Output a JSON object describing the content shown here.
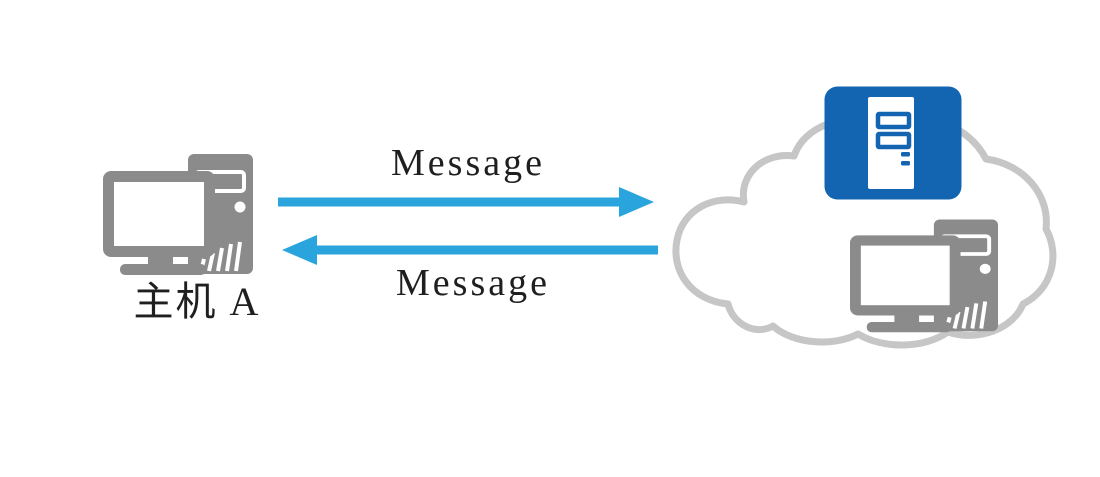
{
  "colors": {
    "background": "#ffffff",
    "arrow": "#29a4dc",
    "computer_gray": "#8b8b8b",
    "cloud_outline": "#c6c6c6",
    "server_blue": "#1365b2",
    "text": "#1f1f1f"
  },
  "host_a": {
    "label": "主机 A",
    "icon": "desktop-computer-icon"
  },
  "arrows": {
    "top": {
      "label": "Message",
      "direction": "right"
    },
    "bottom": {
      "label": "Message",
      "direction": "left"
    }
  },
  "cloud": {
    "icon": "cloud-icon",
    "server_icon": "server-icon",
    "host_icon": "desktop-computer-icon"
  }
}
